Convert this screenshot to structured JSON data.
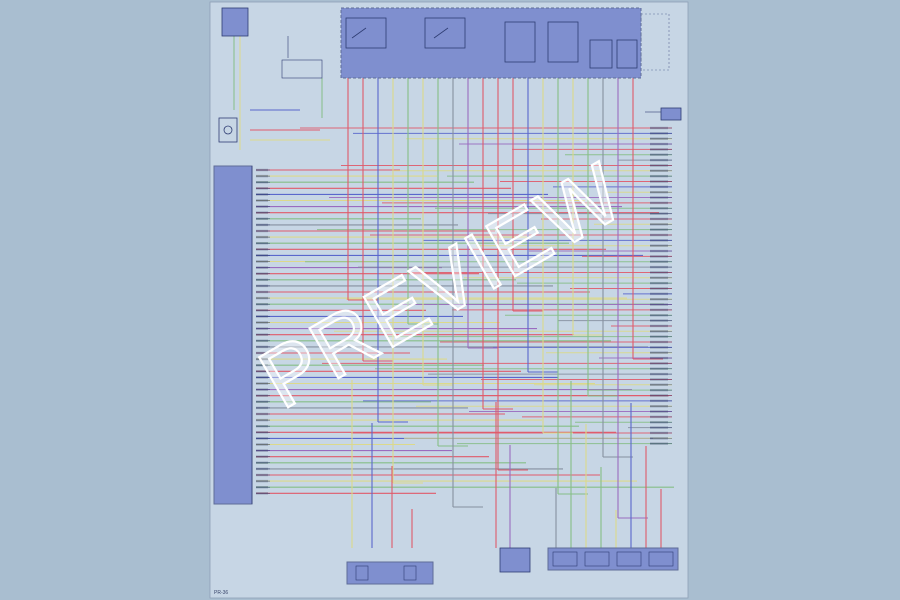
{
  "watermark": "PREVIEW",
  "page_ref": "PR-36",
  "colors": {
    "background": "#a9bed0",
    "sheet": "#c7d6e5",
    "box": "#7f8fcf",
    "frame": "#5f6c98",
    "red": "#e05a6a",
    "yellow": "#dcd98a",
    "green": "#86be86",
    "blue": "#5a67cc",
    "purple": "#9a6cc0",
    "gray": "#8690a0",
    "watermark": "#ffffff"
  },
  "wire_color_cycle": [
    "#e05a6a",
    "#dcd98a",
    "#86be86",
    "#e05a6a",
    "#5a67cc",
    "#dcd98a",
    "#9a6cc0",
    "#e05a6a",
    "#86be86",
    "#8690a0"
  ],
  "ecm_pin_count": 54,
  "right_pin_count": 60,
  "top_drop_count": 20,
  "bottom_drop_count": 14,
  "components": {
    "ecm": {
      "icon": "ecm-module-icon"
    },
    "fuse_box": {
      "icon": "fuse-relay-box-icon"
    },
    "mass_air_flow": {
      "icon": "sensor-box-icon"
    },
    "fuel_pump": {
      "icon": "fuel-pump-icon"
    },
    "throttle": {
      "icon": "connector-icon"
    },
    "bottom_left": {
      "icon": "dual-connector-icon"
    },
    "bottom_middle": {
      "icon": "module-icon"
    },
    "bottom_right": {
      "icon": "quad-connector-icon"
    },
    "ground": {
      "icon": "ground-terminal-icon"
    }
  }
}
